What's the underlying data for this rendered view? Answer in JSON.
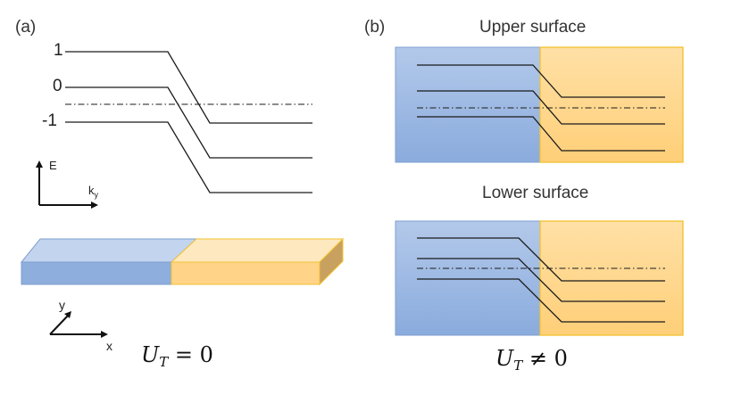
{
  "panel_a": {
    "label": "(a)",
    "levels": [
      "1",
      "0",
      "-1"
    ],
    "axis_y": "E",
    "axis_x": "k",
    "axis_x_sub": "y",
    "coord_y": "y",
    "coord_x": "x",
    "condition_symbol": "U",
    "condition_sub": "T",
    "condition_rel": "= 0"
  },
  "panel_b": {
    "label": "(b)",
    "upper_title": "Upper surface",
    "lower_title": "Lower surface",
    "condition_symbol": "U",
    "condition_sub": "T",
    "condition_rel": "≠ 0"
  },
  "colors": {
    "blue_region": "#8fb0df",
    "yellow_region": "#ffd485",
    "yellow_border": "#f2c230",
    "line": "#1a1a1a"
  }
}
